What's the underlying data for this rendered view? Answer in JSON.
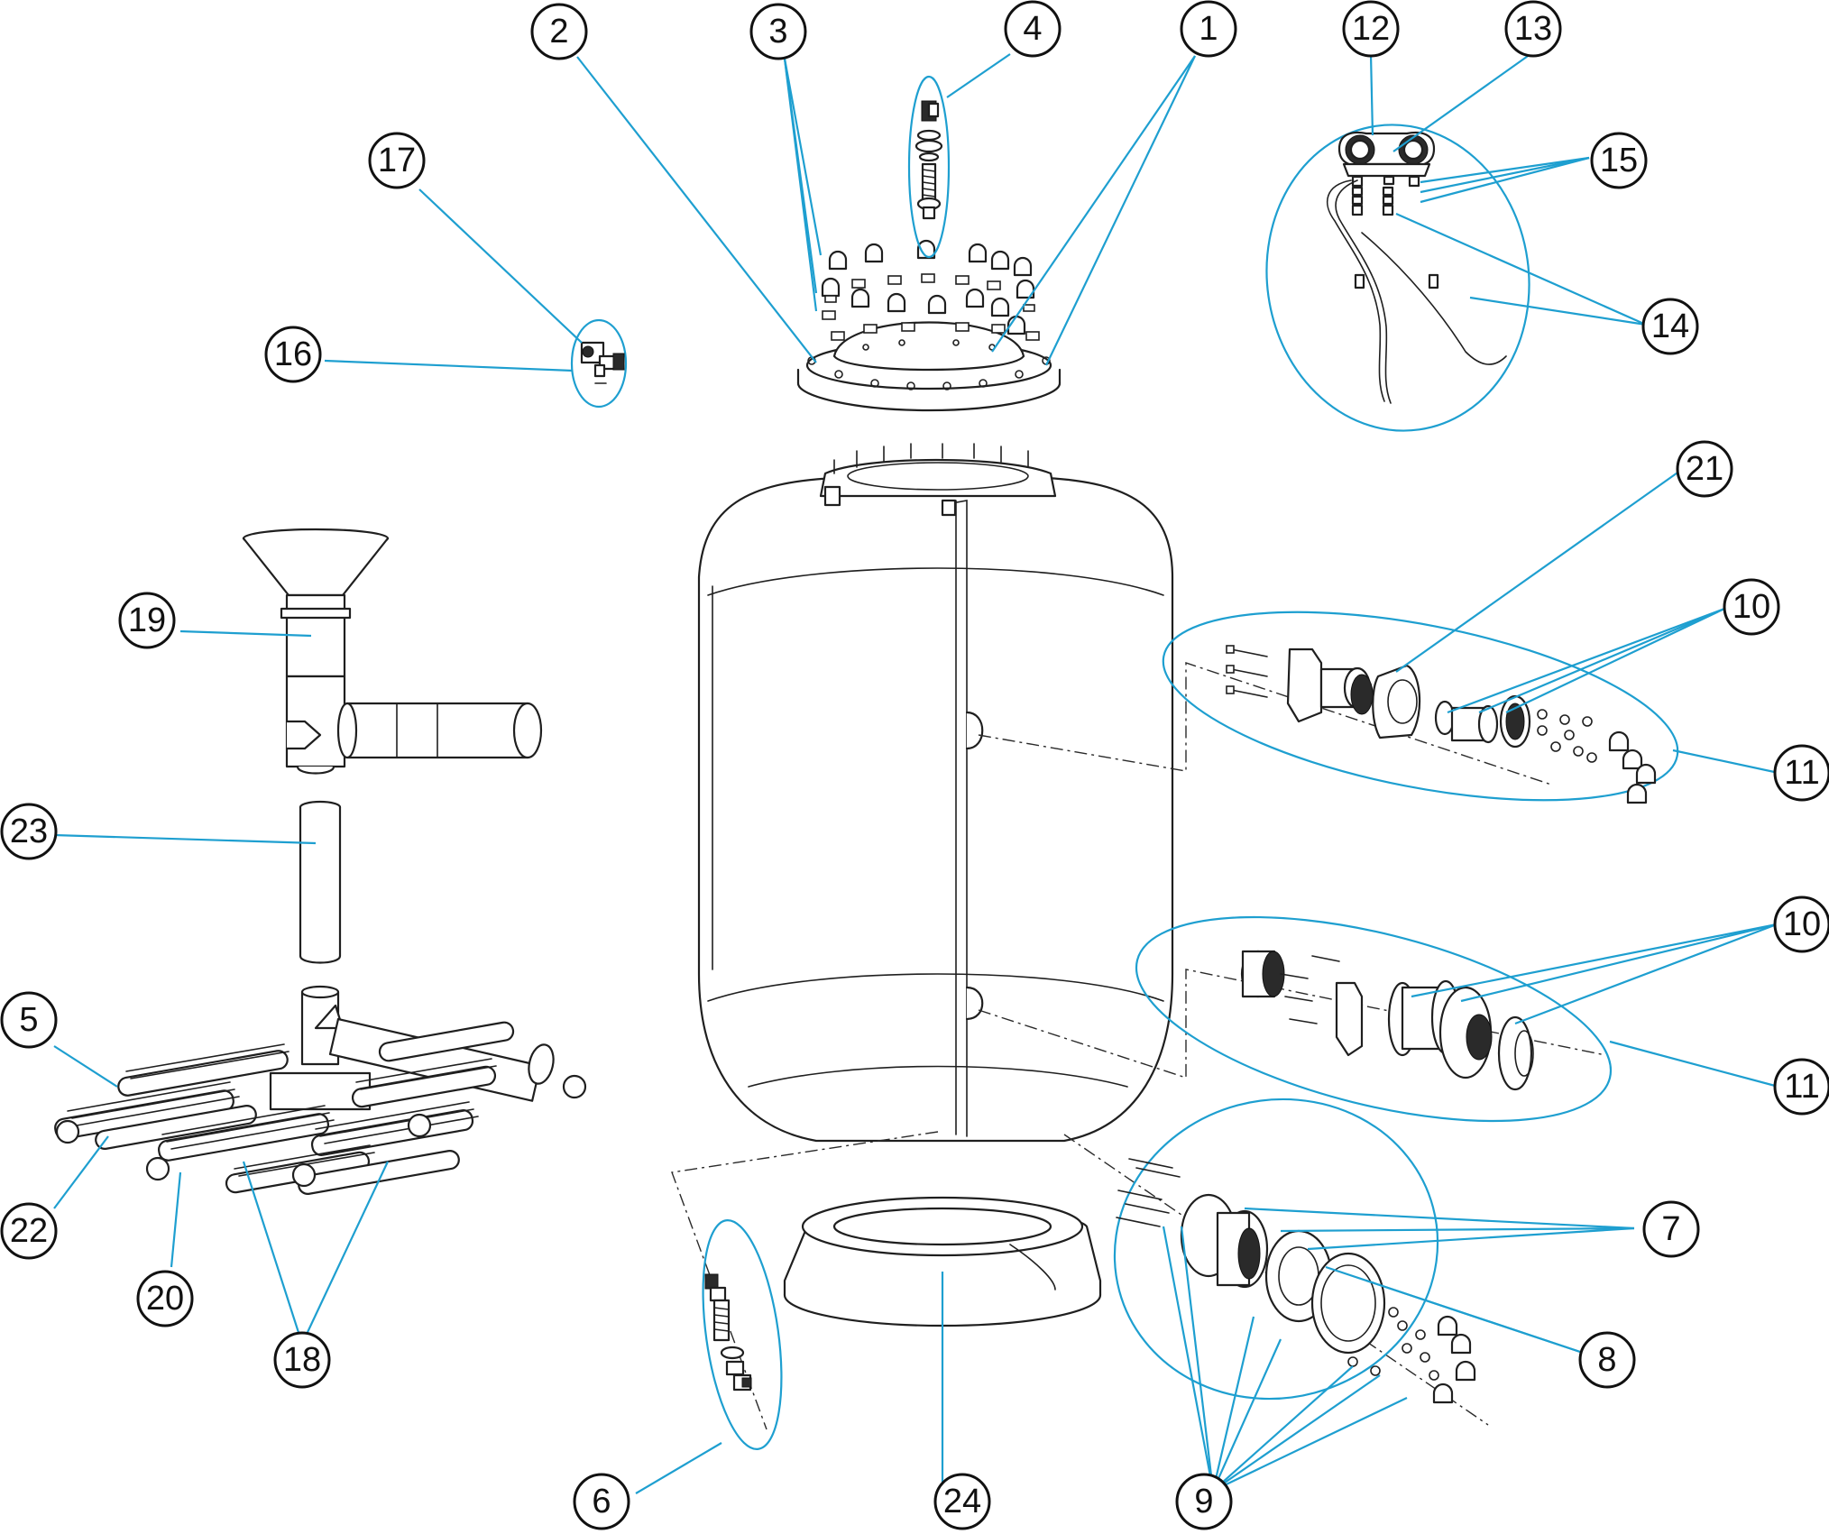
{
  "diagram": {
    "callouts": [
      {
        "id": "c1",
        "label": "1"
      },
      {
        "id": "c2",
        "label": "2"
      },
      {
        "id": "c3",
        "label": "3"
      },
      {
        "id": "c4",
        "label": "4"
      },
      {
        "id": "c5",
        "label": "5"
      },
      {
        "id": "c6",
        "label": "6"
      },
      {
        "id": "c7",
        "label": "7"
      },
      {
        "id": "c8",
        "label": "8"
      },
      {
        "id": "c9",
        "label": "9"
      },
      {
        "id": "c10a",
        "label": "10"
      },
      {
        "id": "c10b",
        "label": "10"
      },
      {
        "id": "c11a",
        "label": "11"
      },
      {
        "id": "c11b",
        "label": "11"
      },
      {
        "id": "c12",
        "label": "12"
      },
      {
        "id": "c13",
        "label": "13"
      },
      {
        "id": "c14",
        "label": "14"
      },
      {
        "id": "c15",
        "label": "15"
      },
      {
        "id": "c16",
        "label": "16"
      },
      {
        "id": "c17",
        "label": "17"
      },
      {
        "id": "c18",
        "label": "18"
      },
      {
        "id": "c19",
        "label": "19"
      },
      {
        "id": "c20",
        "label": "20"
      },
      {
        "id": "c21",
        "label": "21"
      },
      {
        "id": "c22",
        "label": "22"
      },
      {
        "id": "c23",
        "label": "23"
      },
      {
        "id": "c24",
        "label": "24"
      }
    ],
    "colors": {
      "leader": "#1e9fd0",
      "line": "#1f1f1f",
      "background": "#ffffff"
    }
  }
}
